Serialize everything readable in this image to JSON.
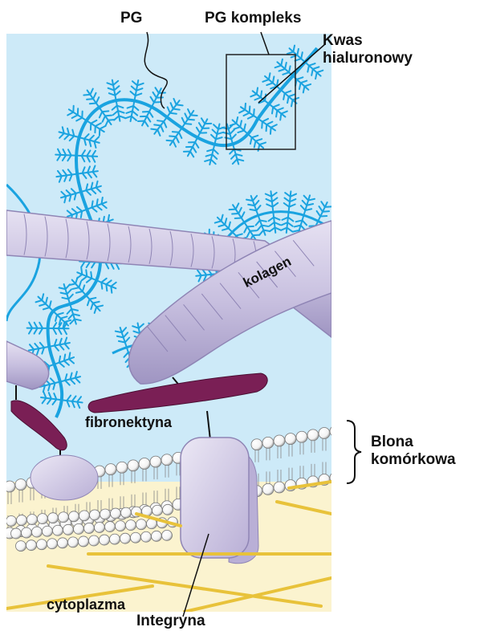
{
  "labels": {
    "pg": "PG",
    "pg_complex": "PG kompleks",
    "hyaluronic_acid": [
      "Kwas",
      "hialuronowy"
    ],
    "collagen": "kolagen",
    "fibronectin": "fibronektyna",
    "cell_membrane": [
      "Blona",
      "komórkowa"
    ],
    "cytoplasm": "cytoplazma",
    "integrin": "Integryna"
  },
  "colors": {
    "extracellular_matrix": "#cdeaf8",
    "cytoplasm": "#fbf3cf",
    "hyaluronan": "#1aa3e0",
    "collagen": "#c9c2e0",
    "fibronectin": "#7a1f55",
    "integrin": "#d9d2ea",
    "lipid_head": "#ffffff",
    "cytoskeleton": "#e8c23a"
  }
}
